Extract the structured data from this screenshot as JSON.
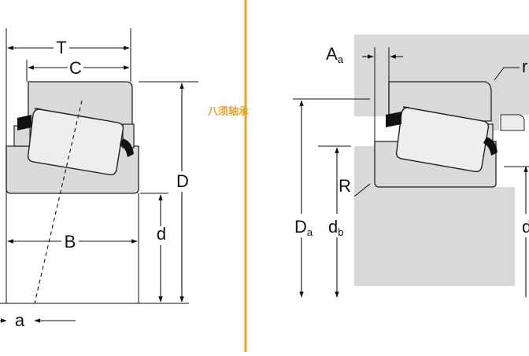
{
  "watermark": "八须轴承",
  "colors": {
    "divider": "#e2a52b",
    "housing_fill": "#d9d9d9",
    "ring_fill": "#dadada",
    "roller_fill": "#eeeeee",
    "seal": "#111111",
    "watermark": "#e2a52b"
  },
  "left_labels": {
    "T": "T",
    "C": "C",
    "D": "D",
    "d": "d",
    "B": "B",
    "a": "a"
  },
  "right_labels": {
    "Aa_main": "A",
    "Aa_sub": "a",
    "r": "r",
    "R": "R",
    "Da_main": "D",
    "Da_sub": "a",
    "db_main": "d",
    "db_sub": "b",
    "d_edge": "d"
  }
}
